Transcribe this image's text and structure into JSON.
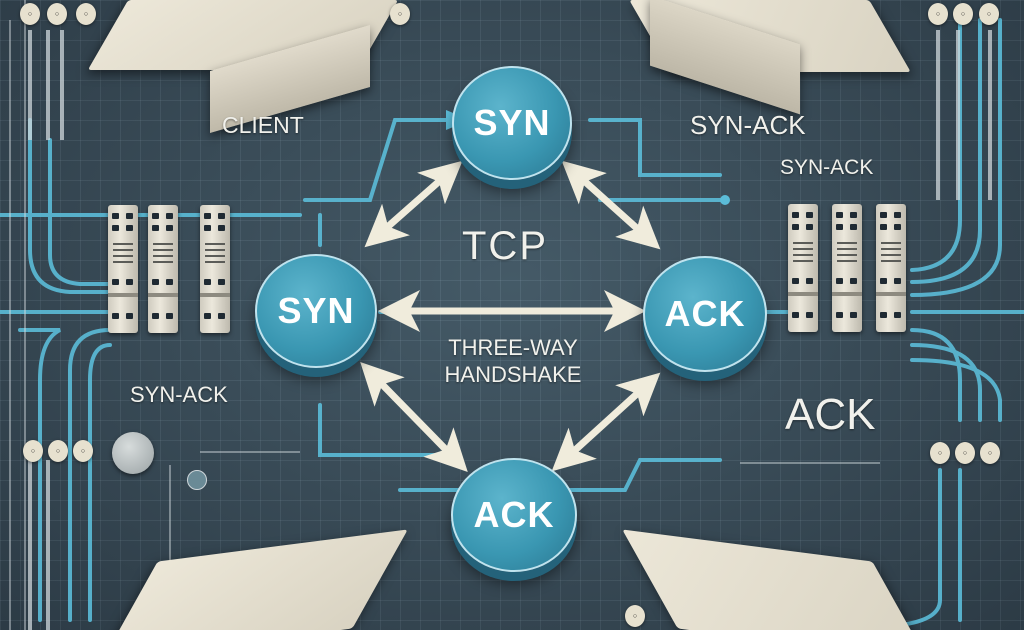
{
  "diagram": {
    "title": "TCP",
    "subtitle_line1": "THREE-WAY",
    "subtitle_line2": "HANDSHAKE",
    "nodes": {
      "top": "SYN",
      "left": "SYN",
      "right": "ACK",
      "bottom": "ACK"
    },
    "labels": {
      "client": "CLIENT",
      "top_right": "SYN-ACK",
      "right_secondary": "SYN-ACK",
      "left_bottom": "SYN-ACK",
      "right_bottom": "ACK"
    },
    "colors": {
      "background": "#394a56",
      "grid": "#aac3d2",
      "node_fill": "#3a97b2",
      "node_edge": "#bfe3ee",
      "arrow": "#f0ecdc",
      "wire": "#5bbcd8",
      "text": "#f1f1ec"
    },
    "icons": {
      "arrow_style": "double-headed-arrow",
      "device": "server-rack",
      "appliance": "network-appliance"
    }
  }
}
